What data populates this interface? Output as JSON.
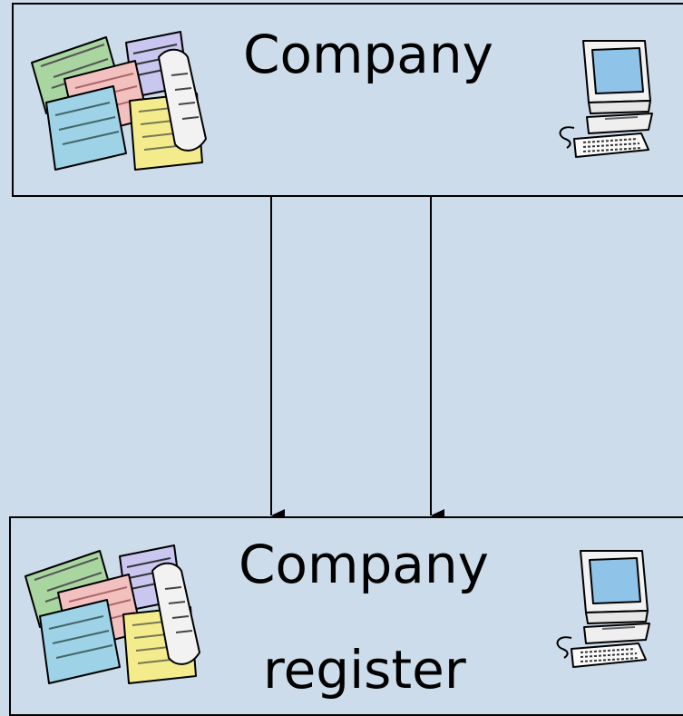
{
  "source_box": {
    "title": "Company",
    "documents_icon": "paper-documents-icon",
    "computer_icon": "desktop-computer-icon"
  },
  "target_box": {
    "title": "Company",
    "subtitle": "register",
    "documents_icon": "paper-documents-icon",
    "computer_icon": "desktop-computer-icon"
  },
  "connections": [
    {
      "from": "source_box",
      "to": "target_box",
      "kind": "paper-documents"
    },
    {
      "from": "source_box",
      "to": "target_box",
      "kind": "electronic"
    }
  ],
  "colors": {
    "background": "#ccdcea",
    "border": "#000000",
    "screen": "#8fc4e8"
  }
}
